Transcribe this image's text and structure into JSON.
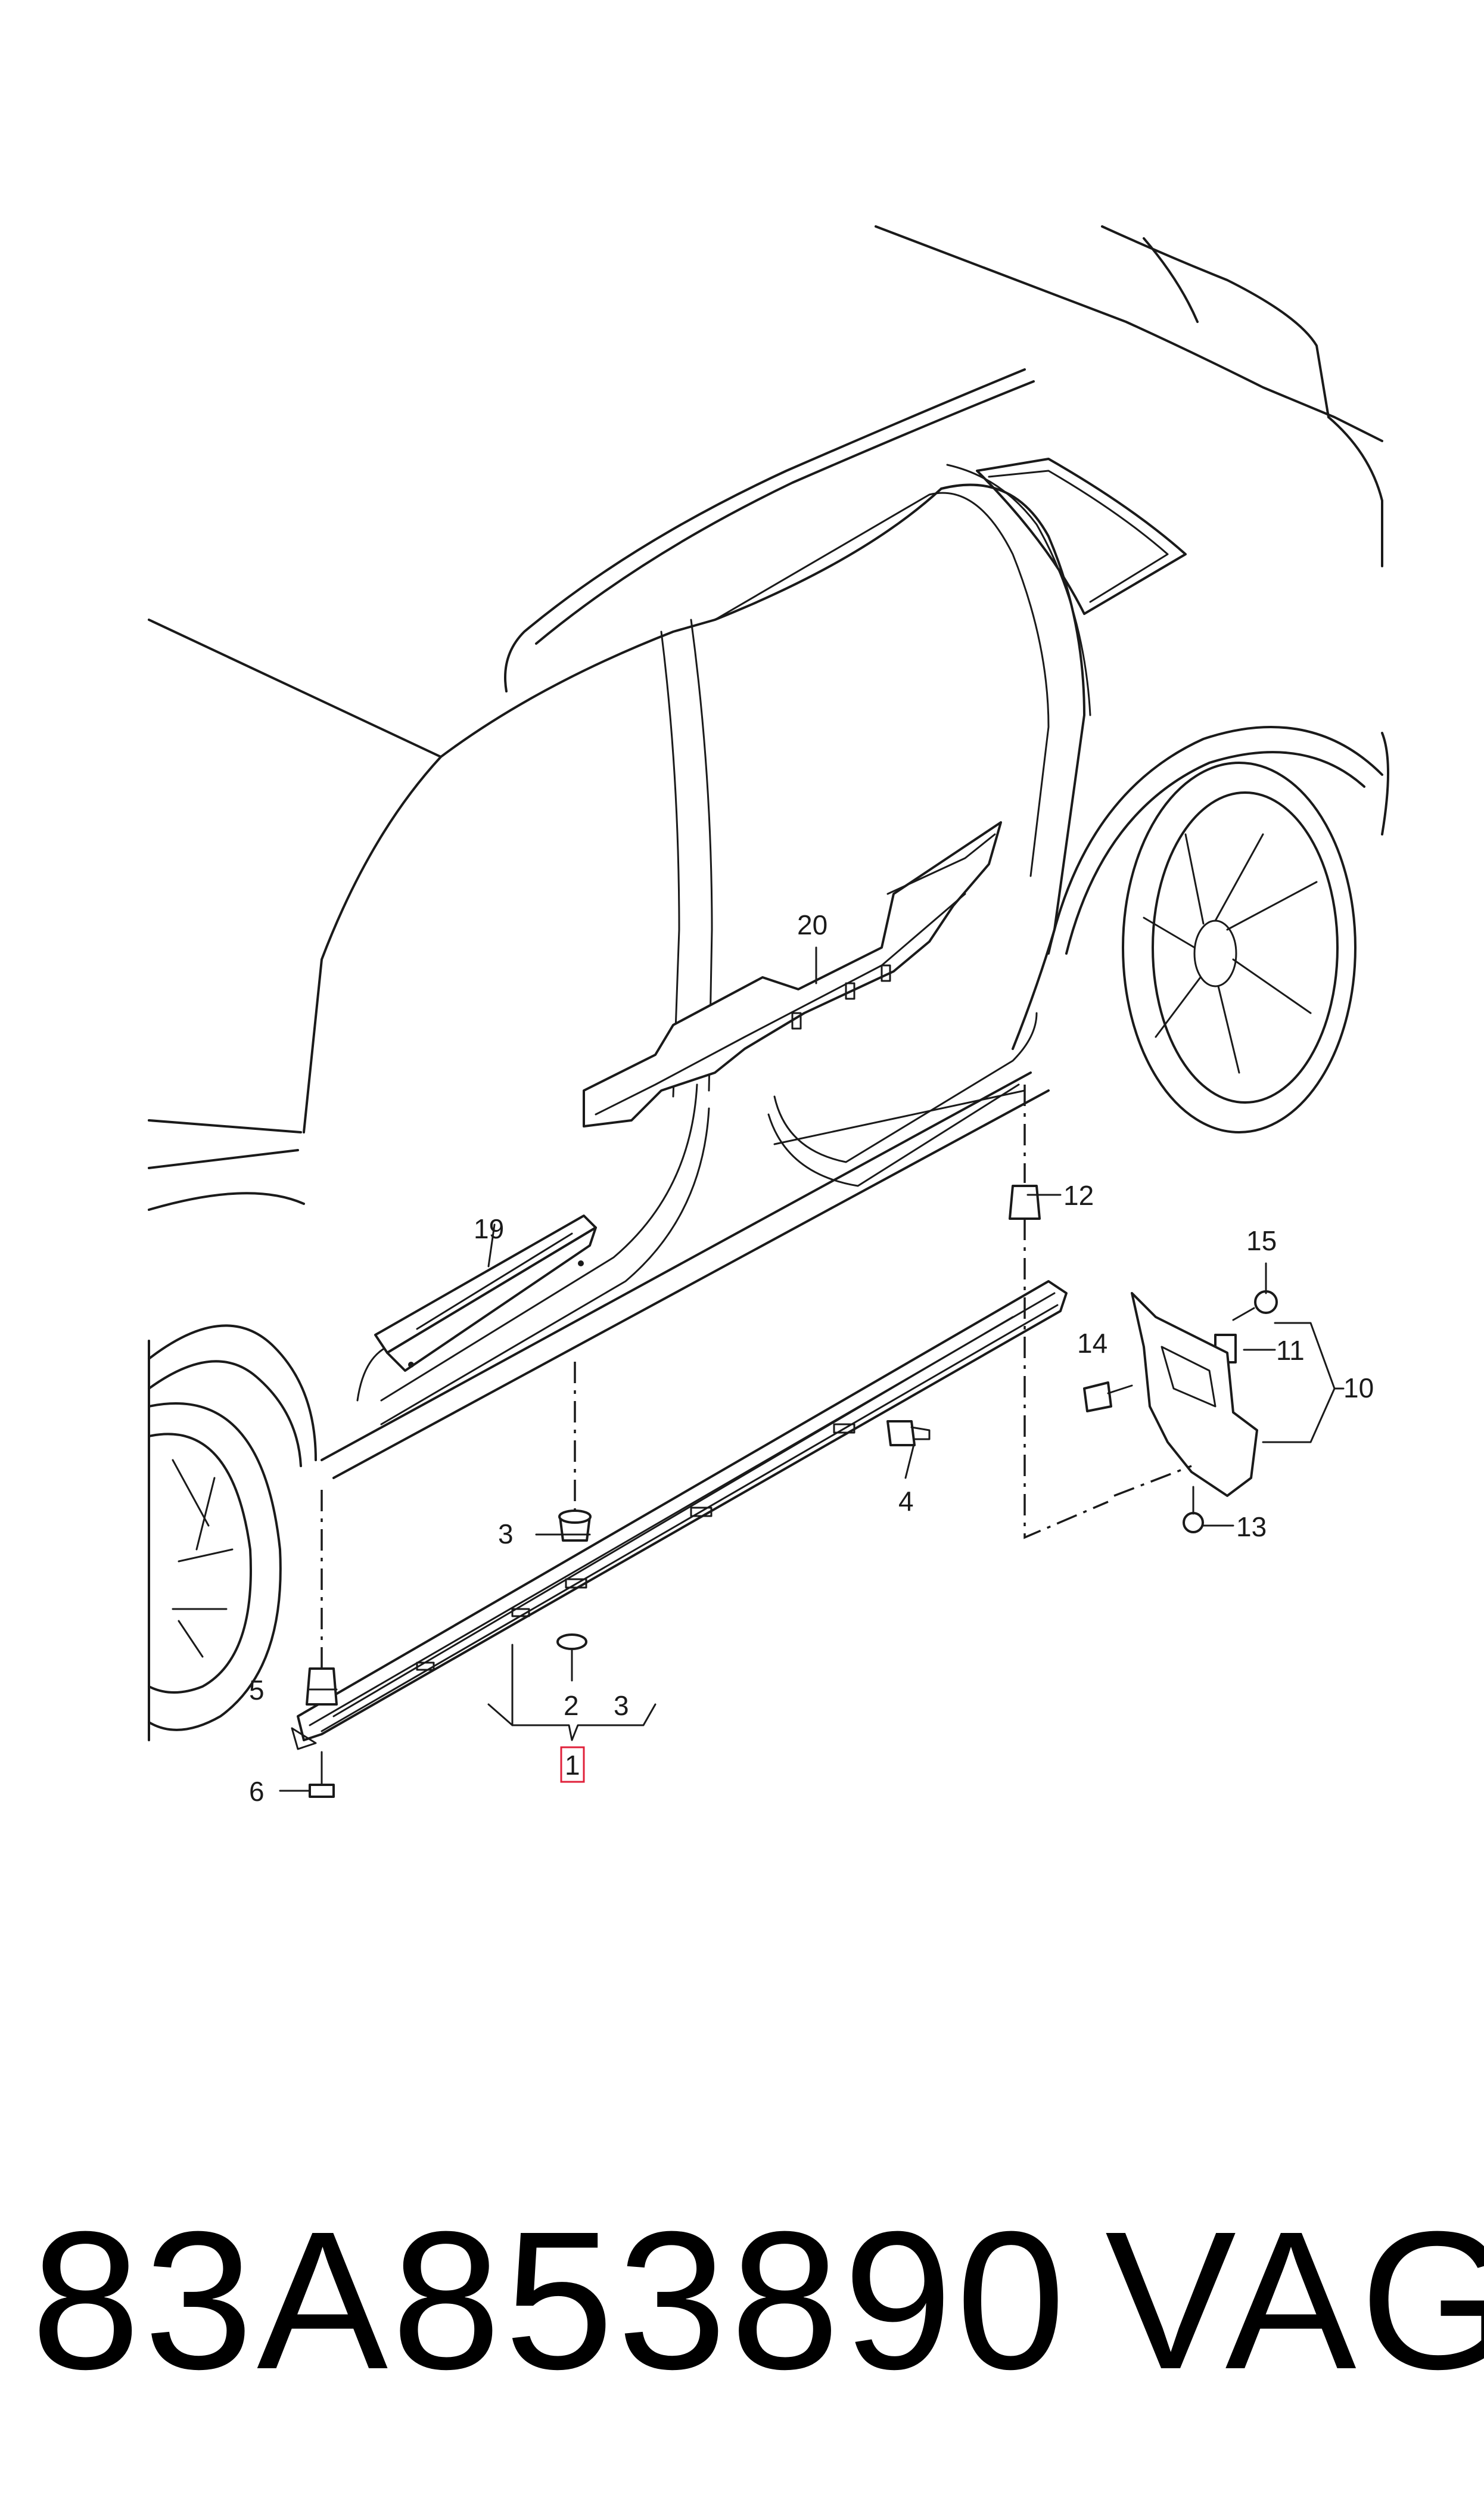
{
  "diagram": {
    "callouts": [
      {
        "id": "1",
        "text": "1",
        "highlighted": true
      },
      {
        "id": "2",
        "text": "2"
      },
      {
        "id": "3a",
        "text": "3"
      },
      {
        "id": "3b",
        "text": "3"
      },
      {
        "id": "4",
        "text": "4"
      },
      {
        "id": "5",
        "text": "5"
      },
      {
        "id": "6",
        "text": "6"
      },
      {
        "id": "10",
        "text": "10"
      },
      {
        "id": "11",
        "text": "11"
      },
      {
        "id": "12",
        "text": "12"
      },
      {
        "id": "13",
        "text": "13"
      },
      {
        "id": "14",
        "text": "14"
      },
      {
        "id": "15",
        "text": "15"
      },
      {
        "id": "19",
        "text": "19"
      },
      {
        "id": "20",
        "text": "20"
      }
    ],
    "highlight_color": "#e0203a",
    "line_color": "#1a1a1a"
  },
  "footer": {
    "part_number": "83A853890",
    "brand": "VAG"
  }
}
